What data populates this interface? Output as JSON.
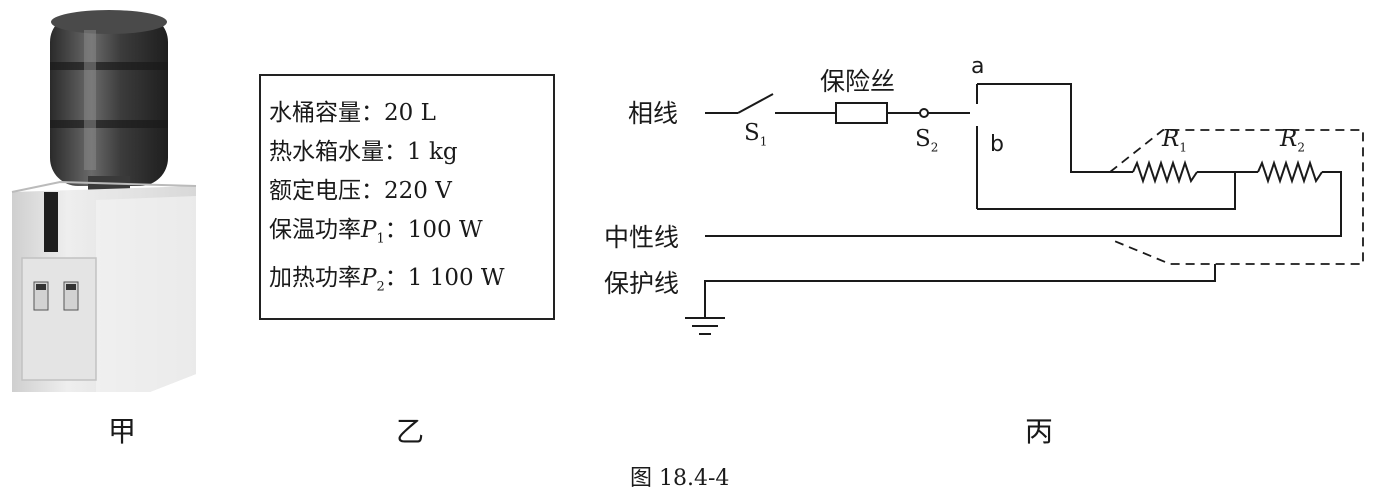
{
  "panels": {
    "jia": "甲",
    "yi": "乙",
    "bing": "丙"
  },
  "caption": "图 18.4-4",
  "specs": [
    {
      "label": "水桶容量：",
      "var": "",
      "sub": "",
      "value": "20 L"
    },
    {
      "label": "热水箱水量：",
      "var": "",
      "sub": "",
      "value": "1 kg"
    },
    {
      "label": "额定电压：",
      "var": "",
      "sub": "",
      "value": "220 V"
    },
    {
      "label": "保温功率",
      "var": "P",
      "sub": "1",
      "value": "：100 W"
    },
    {
      "label": "加热功率",
      "var": "P",
      "sub": "2",
      "value": "：1 100 W"
    }
  ],
  "circuit": {
    "live_wire": "相线",
    "neutral_wire": "中性线",
    "ground_wire": "保护线",
    "fuse": "保险丝",
    "switch1": "S",
    "switch1_sub": "1",
    "switch2": "S",
    "switch2_sub": "2",
    "contact_a": "a",
    "contact_b": "b",
    "r1": "R",
    "r1_sub": "1",
    "r2": "R",
    "r2_sub": "2"
  },
  "colors": {
    "ink": "#1a1a1a"
  }
}
